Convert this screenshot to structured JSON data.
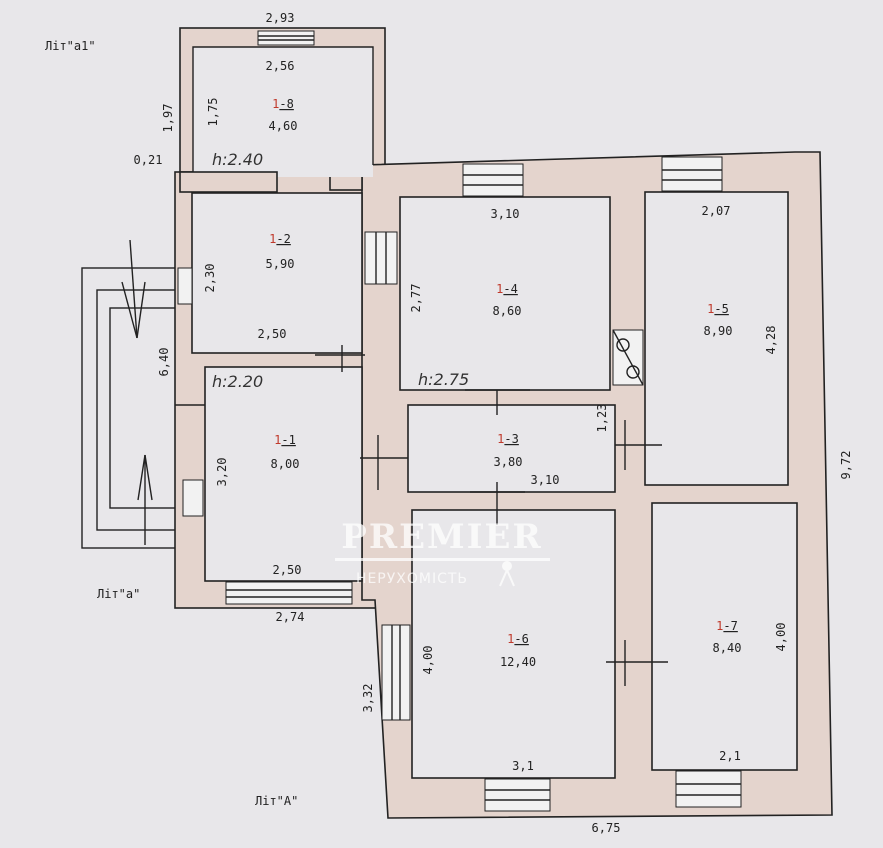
{
  "plan": {
    "lit_labels": [
      "Літ\"а1\"",
      "Літ\"а\"",
      "Літ\"А\""
    ],
    "heights": [
      "h:2.40",
      "h:2.20",
      "h:2.75"
    ],
    "rooms": [
      {
        "id": "1-8",
        "area": "4,60"
      },
      {
        "id": "1-2",
        "area": "5,90"
      },
      {
        "id": "1-1",
        "area": "8,00"
      },
      {
        "id": "1-4",
        "area": "8,60"
      },
      {
        "id": "1-5",
        "area": "8,90"
      },
      {
        "id": "1-3",
        "area": "3,80"
      },
      {
        "id": "1-6",
        "area": "12,40"
      },
      {
        "id": "1-7",
        "area": "8,40"
      }
    ],
    "dimensions": {
      "d_293": "2,93",
      "d_256": "2,56",
      "d_197": "1,97",
      "d_175": "1,75",
      "d_021": "0,21",
      "d_230": "2,30",
      "d_250a": "2,50",
      "d_640": "6,40",
      "d_320": "3,20",
      "d_250b": "2,50",
      "d_274": "2,74",
      "d_310a": "3,10",
      "d_277": "2,77",
      "d_207": "2,07",
      "d_428": "4,28",
      "d_123": "1,23",
      "d_310b": "3,10",
      "d_972": "9,72",
      "d_400a": "4,00",
      "d_332": "3,32",
      "d_31": "3,1",
      "d_400b": "4,00",
      "d_21": "2,1",
      "d_675": "6,75"
    }
  },
  "watermark": {
    "brand": "PREMIER",
    "tagline": "НЕРУХОМІСТЬ"
  }
}
